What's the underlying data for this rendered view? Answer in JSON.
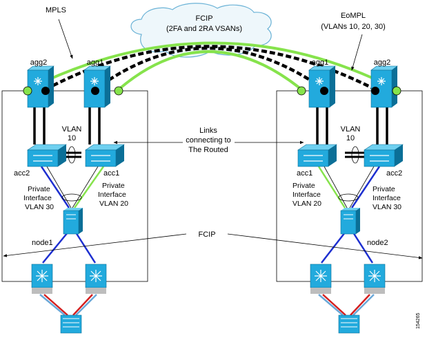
{
  "labels": {
    "mpls": "MPLS",
    "fcip_top_1": "FCIP",
    "fcip_top_2": "(2FA and 2RA VSANs)",
    "eompl_1": "EoMPL",
    "eompl_2": "(VLANs 10, 20, 30)",
    "links_1": "Links",
    "links_2": "connecting to",
    "links_3": "The Routed",
    "fcip_mid": "FCIP",
    "vlan10_left_1": "VLAN",
    "vlan10_left_2": "10",
    "vlan10_right_1": "VLAN",
    "vlan10_right_2": "10",
    "left_priv30": [
      "Private",
      "Interface",
      "VLAN 30"
    ],
    "left_priv20": [
      "Private",
      "Interface",
      "VLAN 20"
    ],
    "right_priv20": [
      "Private",
      "Interface",
      "VLAN 20"
    ],
    "right_priv30": [
      "Private",
      "Interface",
      "VLAN 30"
    ],
    "node1": "node1",
    "node2": "node2",
    "figure_code": "154265"
  },
  "devices": {
    "left_agg2": "agg2",
    "left_agg1": "agg1",
    "left_acc2": "acc2",
    "left_acc1": "acc1",
    "right_agg1": "agg1",
    "right_agg2": "agg2",
    "right_acc1": "acc1",
    "right_acc2": "acc2"
  },
  "icons": [
    "cloud-icon",
    "router-icon",
    "switch-icon",
    "server-icon",
    "fabric-switch-icon",
    "storage-array-icon"
  ],
  "colors": {
    "green_link": "#86e34c",
    "blue_link": "#1d2fd0",
    "red_link": "#d42020",
    "light_blue_link": "#6aa8d8",
    "device_cyan": "#22aadd",
    "device_dark": "#0b6f97",
    "port_green": "#86e34c"
  }
}
